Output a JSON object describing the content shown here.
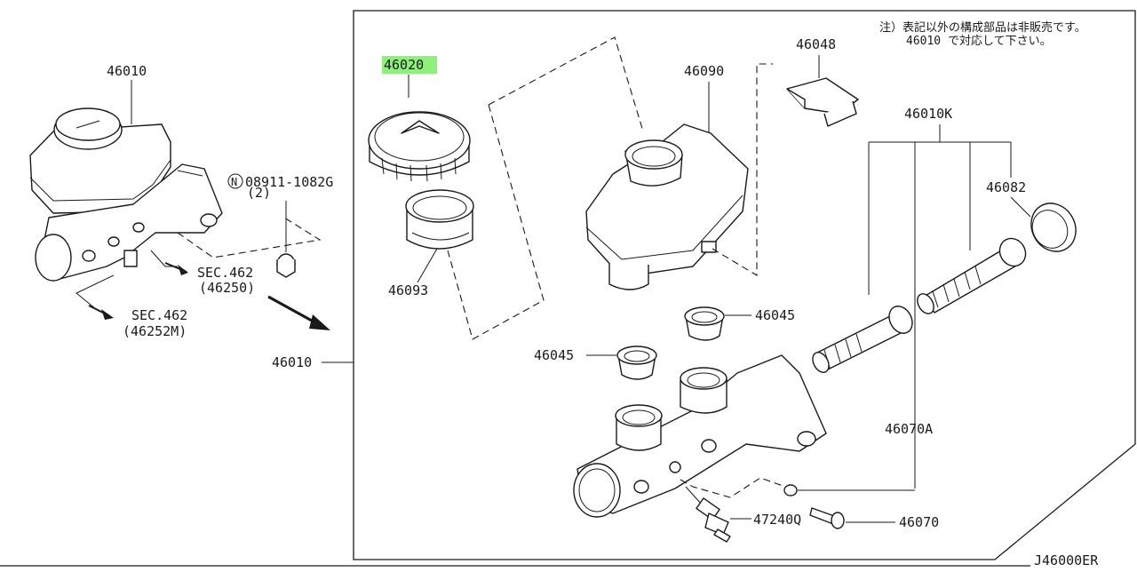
{
  "labels": {
    "assy_left": "46010",
    "assy_bracket": "46010",
    "cap": "46020",
    "seal": "46093",
    "reservoir": "46090",
    "clip": "46048",
    "kit": "46010K",
    "ring": "46082",
    "grommet_right": "46045",
    "grommet_left": "46045",
    "piston_kit": "46070A",
    "pin": "46070",
    "switch": "47240Q",
    "nut": "08911-1082G",
    "nut_qty": "(2)",
    "nut_prefix": "N",
    "sec_a": "SEC.462",
    "sec_a_sub": "(46250)",
    "sec_b": "SEC.462",
    "sec_b_sub": "(46252M)",
    "note_line1": "注）表記以外の構成部品は非販売です。",
    "note_line2": "46010 で対応して下さい。",
    "drawing_code": "J46000ER"
  },
  "highlight_color": "#8ef07a",
  "highlighted_label": "cap"
}
